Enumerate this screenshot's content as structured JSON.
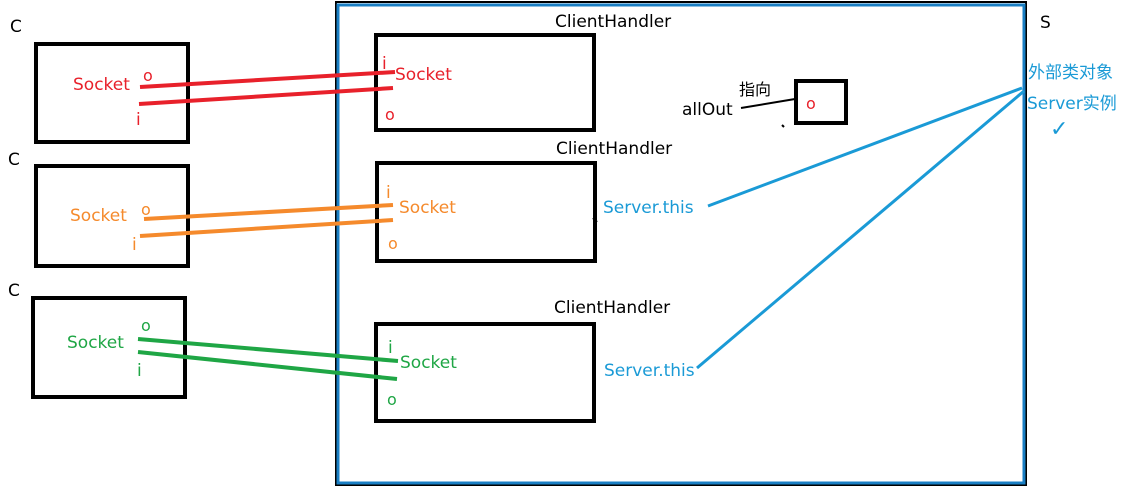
{
  "labels": {
    "client_letter": "C",
    "server_letter": "S",
    "client_handler": "ClientHandler",
    "socket": "Socket",
    "in_marker": "i",
    "out_marker": "o",
    "all_out": "allOut",
    "points_to": "指向",
    "server_this": "Server.this",
    "outer_object_line1": "外部类对象",
    "outer_object_line2": "Server实例",
    "check_mark": "✓"
  },
  "colors": {
    "black": "#000000",
    "red": "#e8212b",
    "orange": "#f58a2c",
    "green": "#1fa645",
    "blue": "#1a9ad6",
    "server_frame": "#1a7fc4"
  }
}
